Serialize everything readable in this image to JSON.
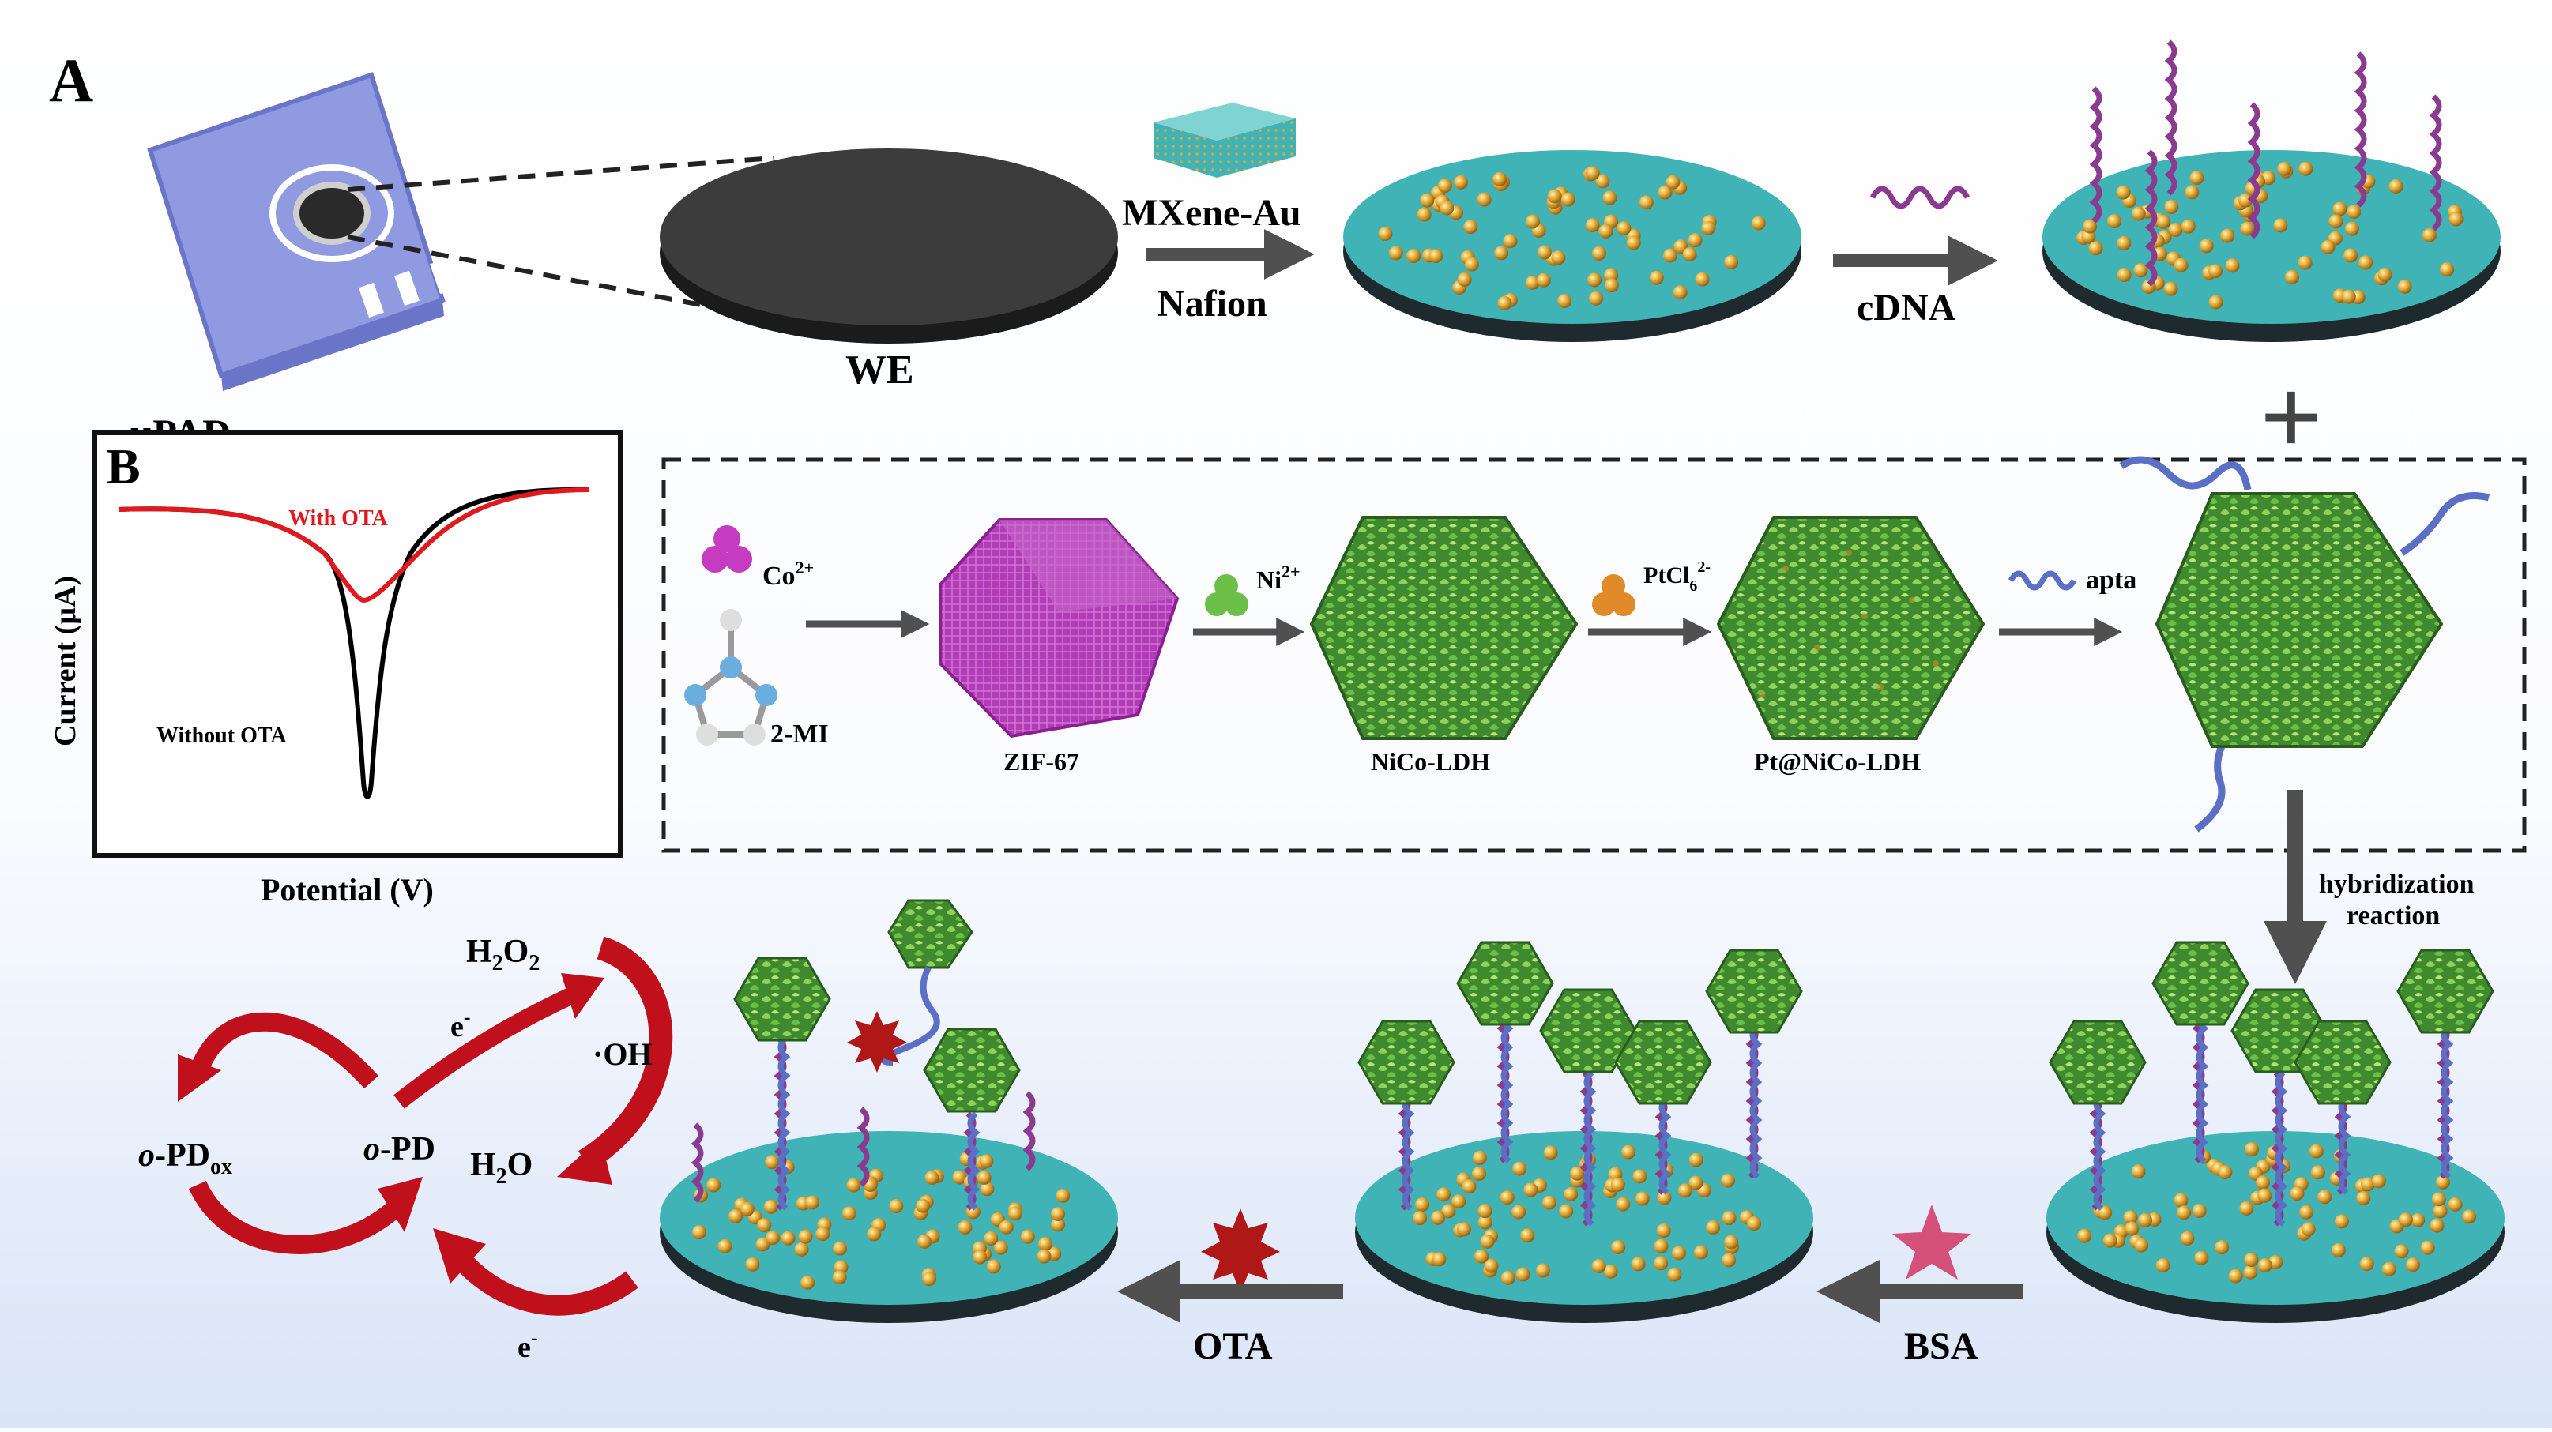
{
  "panel_labels": {
    "a": "A",
    "b": "B"
  },
  "top_row": {
    "device": "μPAD",
    "electrode": "WE",
    "step1_top": "MXene-Au",
    "step1_bottom": "Nafion",
    "step2": "cDNA"
  },
  "plus": "+",
  "graph": {
    "ylabel": "Current (μA)",
    "xlabel": "Potential (V)",
    "series_with": "With OTA",
    "series_without": "Without OTA",
    "color_with": "#e0191f",
    "color_without": "#000000"
  },
  "synthesis": {
    "co": "Co",
    "co_sup": "2+",
    "ligand": "2-MI",
    "zif": "ZIF-67",
    "ni": "Ni",
    "ni_sup": "2+",
    "ldh": "NiCo-LDH",
    "pt": "PtCl",
    "pt_sub": "6",
    "pt_sup": "2-",
    "pt_ldh": "Pt@NiCo-LDH",
    "apta": "apta"
  },
  "hybridization": {
    "line1": "hybridization",
    "line2": "reaction"
  },
  "bottom_row": {
    "bsa": "BSA",
    "ota": "OTA"
  },
  "cycle": {
    "h2o2": "H",
    "h2o2_sub1": "2",
    "h2o2_mid": "O",
    "h2o2_sub2": "2",
    "oh": "·OH",
    "h2o": "H",
    "h2o_sub": "2",
    "h2o_end": "O",
    "opd": "o",
    "opd_rest": "-PD",
    "opdox": "o",
    "opdox_rest": "-PD",
    "opdox_sub": "ox",
    "e_top": "e",
    "e_bottom": "e",
    "e_sup": "-"
  },
  "colors": {
    "electrode_top": "#3fb3b5",
    "electrode_side": "#1e2a2e",
    "gold": "#e2a735",
    "purple_dna": "#8a3a8f",
    "blue_dna": "#5b6fc4",
    "green_particle": "#4f9e3a",
    "zif_purple": "#b23cb8",
    "red_arrow": "#c0101c",
    "arrow_gray": "#505050"
  }
}
